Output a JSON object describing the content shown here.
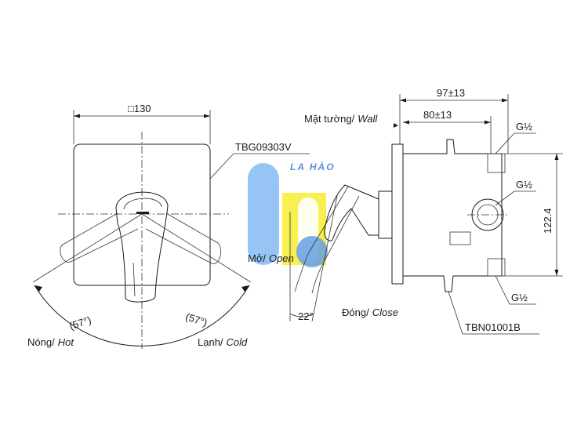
{
  "dimensions": {
    "plate_size": "□130",
    "depth_total": "97±13",
    "depth_box": "80±13",
    "height": "122.4",
    "angle_left": "(57°)",
    "angle_right": "(57°)",
    "angle_open": "22°"
  },
  "labels": {
    "plate_model": "TBG09303V",
    "body_model": "TBN01001B",
    "wall_vn": "Mặt tường/",
    "wall_en": "Wall",
    "hot_vn": "Nóng/",
    "hot_en": "Hot",
    "cold_vn": "Lạnh/",
    "cold_en": "Cold",
    "open_vn": "Mở/",
    "open_en": "Open",
    "close_vn": "Đóng/",
    "close_en": "Close",
    "port_top": "G½",
    "port_mid": "G½",
    "port_bottom": "G½"
  },
  "watermark": {
    "text": "LA HÀO",
    "colors": {
      "blue": "#4a90e2",
      "yellow": "#f5e800"
    }
  }
}
